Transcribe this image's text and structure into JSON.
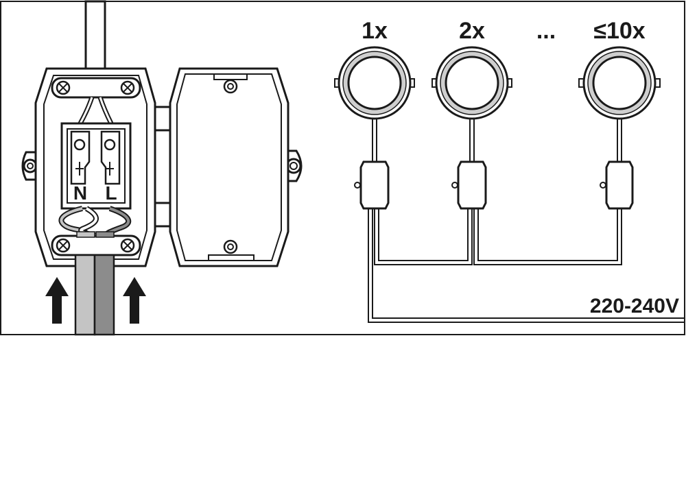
{
  "lamp_labels": [
    "1x",
    "2x",
    "...",
    "≤10x"
  ],
  "terminals": {
    "neutral": "N",
    "live": "L"
  },
  "voltage_label": "220-240V",
  "colors": {
    "line": "#1a1a1a",
    "ring": "#cfcfcf",
    "wire_light": "#c4c4c4",
    "wire_dark": "#8c8c8c",
    "background": "#ffffff"
  }
}
